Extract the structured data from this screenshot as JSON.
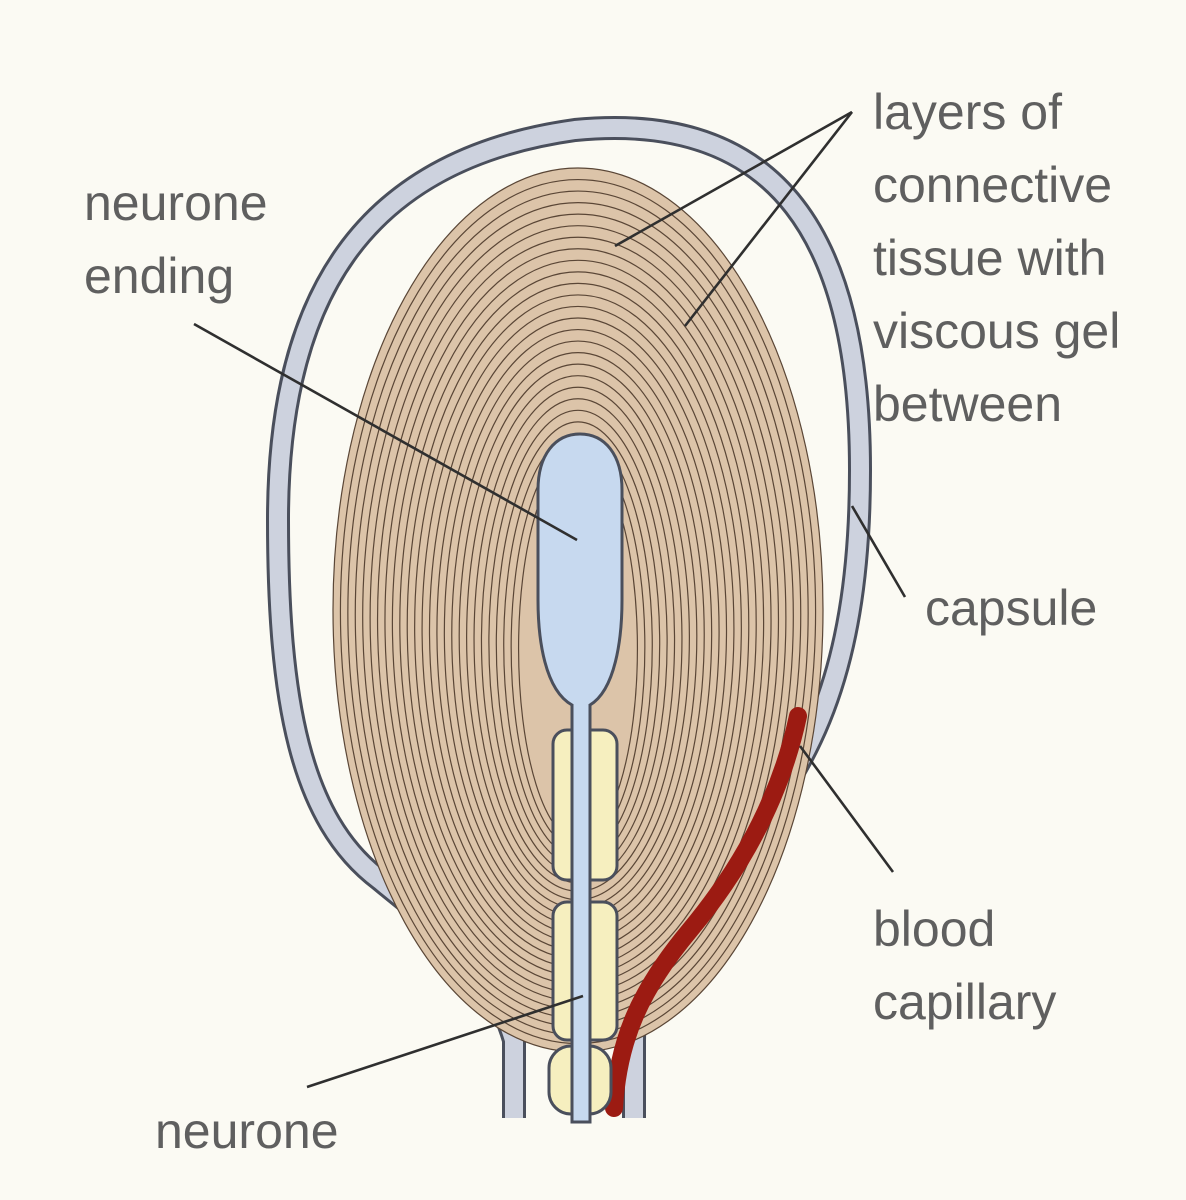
{
  "colors": {
    "background": "#fbfaf3",
    "capsule_fill": "#cdd2de",
    "capsule_outline": "#4a4f5c",
    "tissue_fill": "#dcc4a9",
    "tissue_ring": "#5a4636",
    "neurone_ending_fill": "#c7d9ef",
    "myelin_fill": "#f6efbf",
    "blood_capillary": "#9c1b12",
    "leader_line": "#2f2f2f",
    "label_text": "#5f5f5f"
  },
  "labels": {
    "layers": [
      "layers of",
      "connective",
      "tissue with",
      "viscous gel",
      "between"
    ],
    "neurone_ending": [
      "neurone",
      "ending"
    ],
    "capsule": "capsule",
    "blood_capillary": [
      "blood",
      "capillary"
    ],
    "neurone": "neurone"
  }
}
